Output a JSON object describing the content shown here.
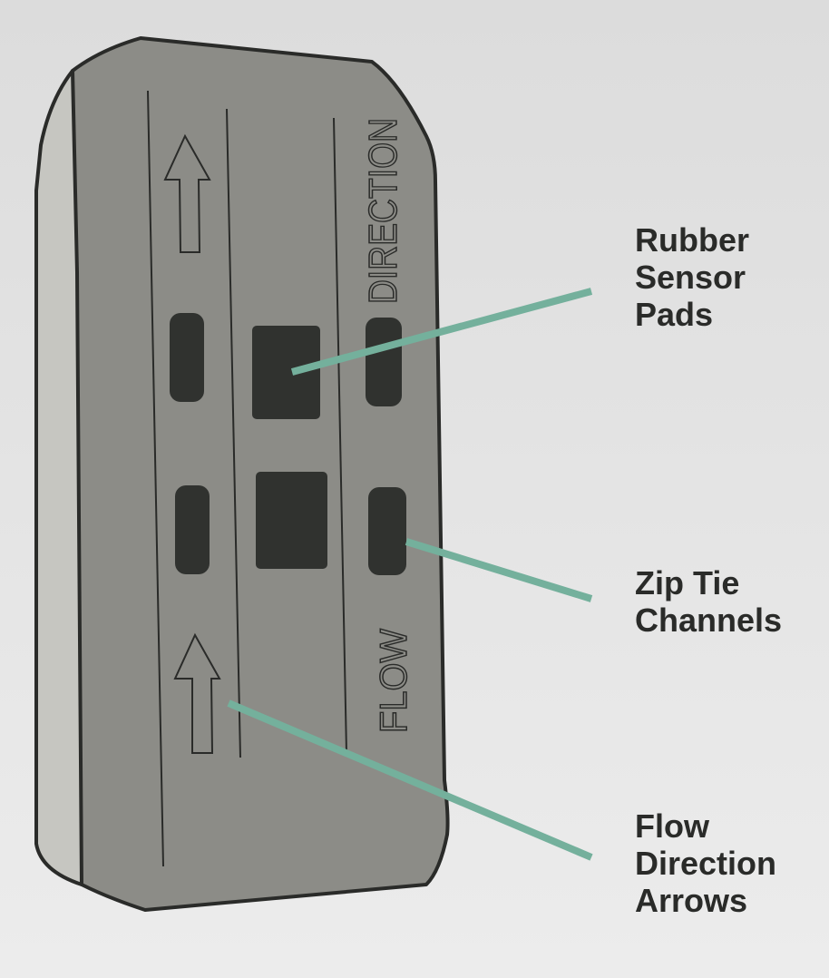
{
  "diagram": {
    "colors": {
      "body": "#8c8c87",
      "side": "#c6c6c1",
      "dark": "#30322f",
      "leader": "#74b09c"
    },
    "embossed_text": {
      "top": "DIRECTION",
      "bottom": "FLOW"
    },
    "callouts": [
      {
        "id": "pads",
        "lines": [
          "Rubber",
          "Sensor",
          "Pads"
        ]
      },
      {
        "id": "channels",
        "lines": [
          "Zip Tie",
          "Channels"
        ]
      },
      {
        "id": "arrows",
        "lines": [
          "Flow",
          "Direction",
          "Arrows"
        ]
      }
    ]
  }
}
